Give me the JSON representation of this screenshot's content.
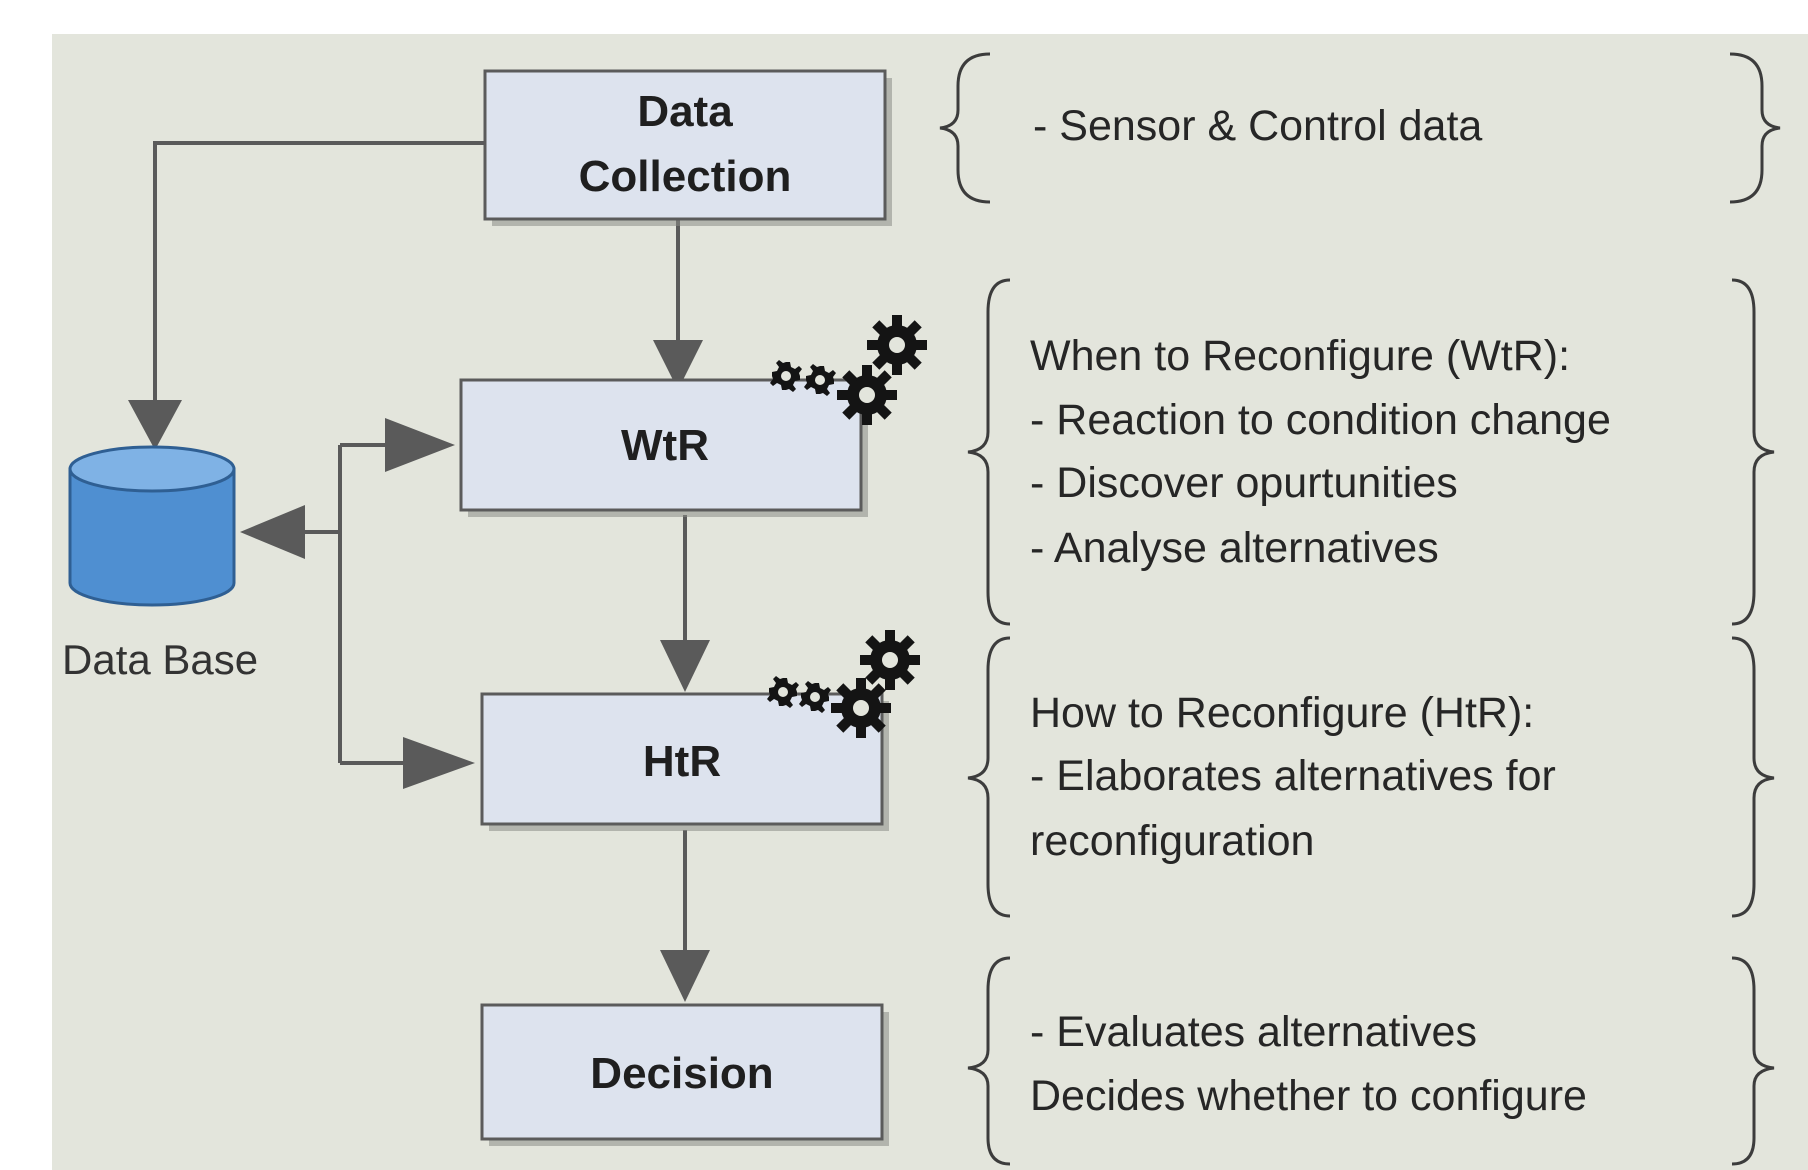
{
  "nodes": {
    "data_collection": {
      "line1": "Data",
      "line2": "Collection"
    },
    "wtr": "WtR",
    "htr": "HtR",
    "decision": "Decision",
    "database": "Data Base"
  },
  "notes": {
    "collection": [
      "- Sensor & Control data"
    ],
    "wtr": [
      "When to Reconfigure (WtR):",
      "- Reaction to condition change",
      "- Discover opurtunities",
      "- Analyse alternatives"
    ],
    "htr": [
      "How to Reconfigure (HtR):",
      "- Elaborates alternatives for",
      "reconfiguration"
    ],
    "decision": [
      "- Evaluates alternatives",
      "Decides whether to configure"
    ]
  },
  "colors": {
    "background": "#e3e5dc",
    "box_fill": "#dde3ee",
    "box_stroke": "#5b5b5b",
    "database_fill": "#4f8fd1",
    "database_top": "#7fb2e5",
    "arrow": "#5a5a5a",
    "gear": "#141414"
  },
  "icons": [
    "database-cylinder-icon",
    "gears-icon",
    "curly-brace-icon"
  ]
}
